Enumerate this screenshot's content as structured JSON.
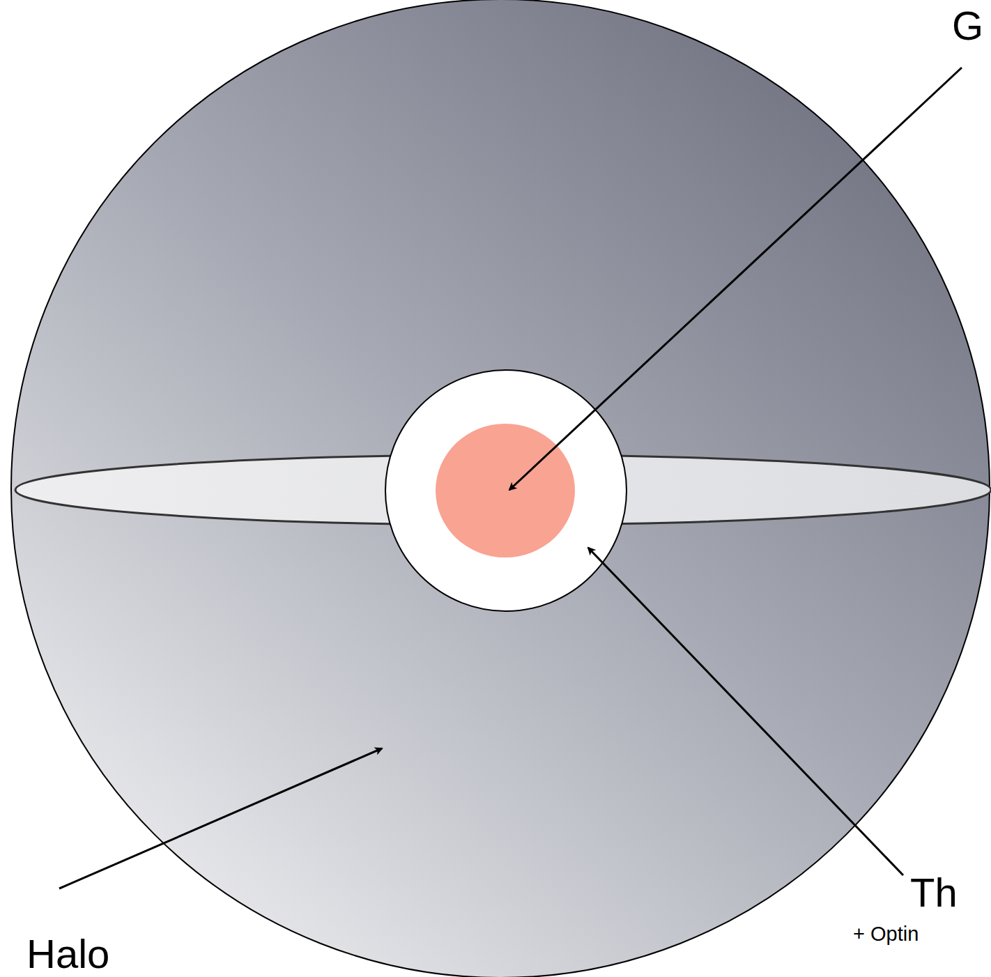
{
  "diagram": {
    "labels": [
      "G",
      "Th",
      "+ Optin",
      "Halo"
    ]
  }
}
